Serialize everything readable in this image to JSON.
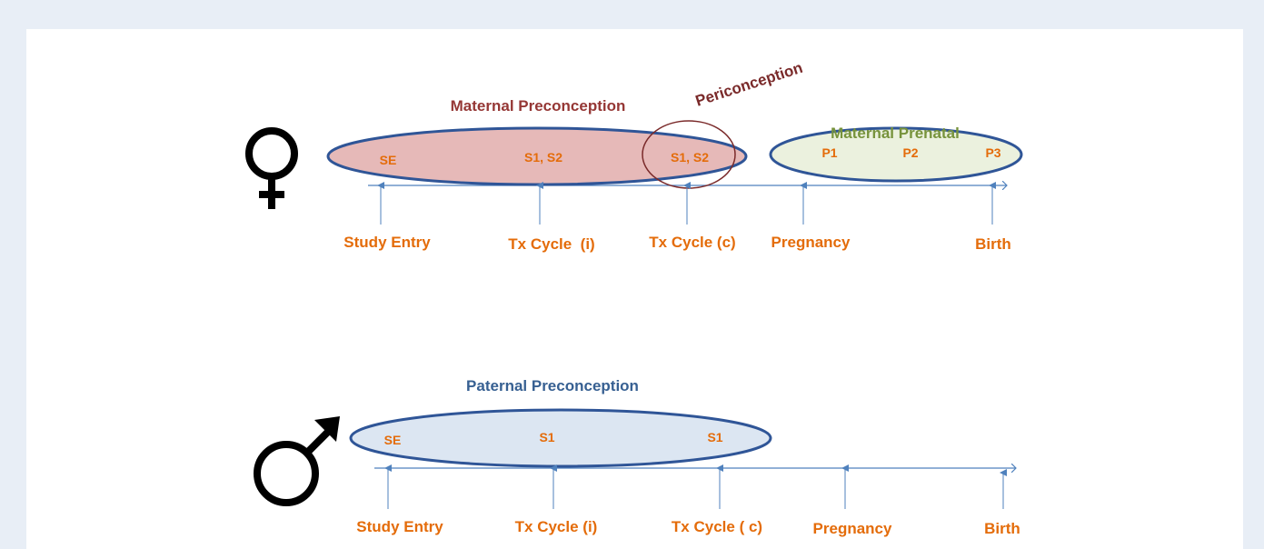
{
  "colors": {
    "background_border": "#e8eef6",
    "orange": "#e46c0a",
    "maternal_pre_fill": "#e6b9b8",
    "maternal_pre_title": "#953735",
    "periconception": "#7a2a2a",
    "prenatal_fill": "#ebf1de",
    "prenatal_title": "#77933c",
    "paternal_fill": "#dce6f2",
    "paternal_title": "#376092",
    "ellipse_stroke": "#2f5597",
    "arrow": "#4f81bd"
  },
  "female": {
    "symbol_icon": "female-symbol-icon",
    "maternal_preconception": {
      "title": "Maternal Preconception",
      "points": [
        "SE",
        "S1, S2"
      ]
    },
    "periconception": {
      "title": "Periconception",
      "points": [
        "S1, S2"
      ]
    },
    "maternal_prenatal": {
      "title": "Maternal Prenatal",
      "points": [
        "P1",
        "P2",
        "P3"
      ]
    },
    "timeline_labels": [
      "Study Entry",
      "Tx Cycle  (i)",
      "Tx Cycle (c)",
      "Pregnancy",
      "Birth"
    ]
  },
  "male": {
    "symbol_icon": "male-symbol-icon",
    "paternal_preconception": {
      "title": "Paternal Preconception",
      "points": [
        "SE",
        "S1",
        "S1"
      ]
    },
    "timeline_labels": [
      "Study Entry",
      "Tx Cycle (i)",
      "Tx Cycle ( c)",
      "Pregnancy",
      "Birth"
    ]
  }
}
